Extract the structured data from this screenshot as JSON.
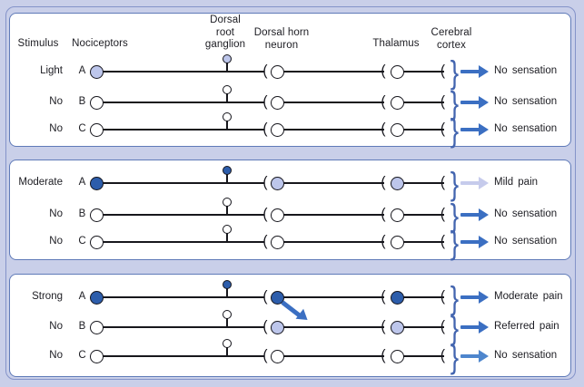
{
  "figure": {
    "background": "#c9cfe9",
    "outer_border": "#8493c9",
    "panel_border": "#5f7ab8",
    "line": "#17171c",
    "text": "#1c1c22"
  },
  "colors": {
    "dark": "#2d5dab",
    "pale": "#bdc6eb",
    "open": "#ffffff",
    "arrow_blue": "#3b6fc2",
    "arrow_pale": "#c6cbec",
    "arrow_light": "#4e86cd",
    "brace": "#4365af"
  },
  "headers": {
    "stimulus": "Stimulus",
    "nociceptors": "Nociceptors",
    "dorsal_root_ganglion": [
      "Dorsal",
      "root",
      "ganglion"
    ],
    "dorsal_horn_neuron": [
      "Dorsal horn",
      "neuron"
    ],
    "thalamus": "Thalamus",
    "cerebral_cortex": [
      "Cerebral",
      "cortex"
    ]
  },
  "panels": [
    {
      "name": "light-stimulus",
      "rows": [
        {
          "stimulus": "Light",
          "fiber": "A",
          "nociceptor": "pale",
          "ganglion": "pale",
          "dorsal_horn": "open",
          "thalamus": "open",
          "arrow": "arrow_blue",
          "outcome": "No sensation"
        },
        {
          "stimulus": "No",
          "fiber": "B",
          "nociceptor": "open",
          "ganglion": "open",
          "dorsal_horn": "open",
          "thalamus": "open",
          "arrow": "arrow_blue",
          "outcome": "No sensation"
        },
        {
          "stimulus": "No",
          "fiber": "C",
          "nociceptor": "open",
          "ganglion": "open",
          "dorsal_horn": "open",
          "thalamus": "open",
          "arrow": "arrow_blue",
          "outcome": "No sensation"
        }
      ]
    },
    {
      "name": "moderate-stimulus",
      "rows": [
        {
          "stimulus": "Moderate",
          "fiber": "A",
          "nociceptor": "dark",
          "ganglion": "dark",
          "dorsal_horn": "pale",
          "thalamus": "pale",
          "arrow": "arrow_pale",
          "outcome": "Mild pain"
        },
        {
          "stimulus": "No",
          "fiber": "B",
          "nociceptor": "open",
          "ganglion": "open",
          "dorsal_horn": "open",
          "thalamus": "open",
          "arrow": "arrow_blue",
          "outcome": "No sensation"
        },
        {
          "stimulus": "No",
          "fiber": "C",
          "nociceptor": "open",
          "ganglion": "open",
          "dorsal_horn": "open",
          "thalamus": "open",
          "arrow": "arrow_blue",
          "outcome": "No sensation"
        }
      ]
    },
    {
      "name": "strong-stimulus",
      "cross_arrow": {
        "from": "A-dorsal-horn-neuron",
        "to": "B-axon",
        "color": "arrow_blue"
      },
      "rows": [
        {
          "stimulus": "Strong",
          "fiber": "A",
          "nociceptor": "dark",
          "ganglion": "dark",
          "dorsal_horn": "dark",
          "thalamus": "dark",
          "arrow": "arrow_blue",
          "outcome": "Moderate pain"
        },
        {
          "stimulus": "No",
          "fiber": "B",
          "nociceptor": "open",
          "ganglion": "open",
          "dorsal_horn": "pale",
          "thalamus": "pale",
          "arrow": "arrow_blue",
          "outcome": "Referred pain"
        },
        {
          "stimulus": "No",
          "fiber": "C",
          "nociceptor": "open",
          "ganglion": "open",
          "dorsal_horn": "open",
          "thalamus": "open",
          "arrow": "arrow_light",
          "outcome": "No sensation"
        }
      ]
    }
  ]
}
